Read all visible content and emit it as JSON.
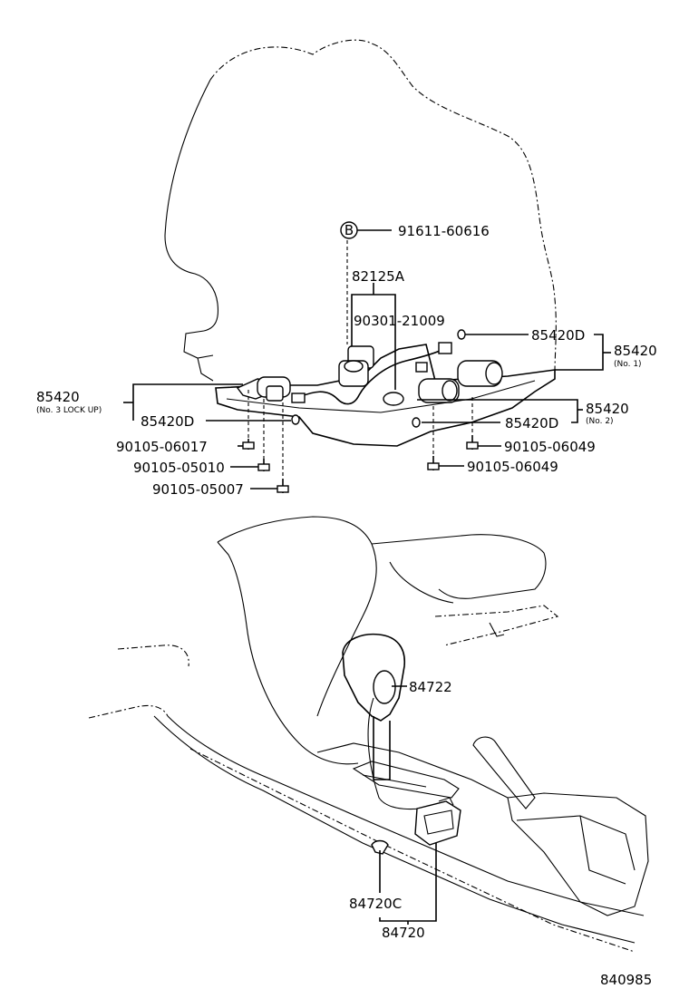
{
  "diagram_number": "840985",
  "labels": {
    "circle_b": "B",
    "p91611": "91611-60616",
    "p82125a": "82125A",
    "p90301": "90301-21009",
    "p85420d_top": "85420D",
    "p85420_no1": "85420",
    "p85420_no1_sub": "(No. 1)",
    "p85420_no3": "85420",
    "p85420_no3_sub": "(No. 3 LOCK UP)",
    "p85420d_left": "85420D",
    "p85420d_right": "85420D",
    "p85420_no2": "85420",
    "p85420_no2_sub": "(No. 2)",
    "p90105_06017": "90105-06017",
    "p90105_05010": "90105-05010",
    "p90105_05007": "90105-05007",
    "p90105_06049_a": "90105-06049",
    "p90105_06049_b": "90105-06049",
    "p84722": "84722",
    "p84720c": "84720C",
    "p84720": "84720"
  }
}
